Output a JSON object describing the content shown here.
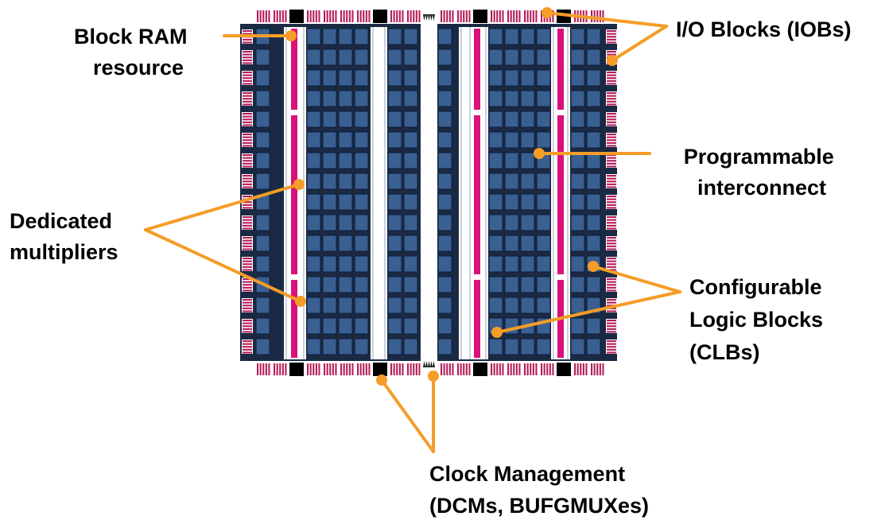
{
  "labels": {
    "block_ram": [
      "Block RAM",
      "resource"
    ],
    "iob": [
      "I/O Blocks (IOBs)"
    ],
    "interconnect": [
      "Programmable",
      "interconnect"
    ],
    "multipliers": [
      "Dedicated",
      "multipliers"
    ],
    "clb": [
      "Configurable",
      "Logic Blocks",
      "(CLBs)"
    ],
    "clock": [
      "Clock Management",
      "(DCMs, BUFGMUXes)"
    ]
  },
  "colors": {
    "clb_fill": "#3a5f91",
    "clb_stroke": "#0e1e3a",
    "chip_background": "#1b2a44",
    "routing_channel": "#ffffff",
    "bram_column": "#d8127a",
    "iob_pin": "#b51e5a",
    "dcm_block": "#000000",
    "callout": "#f49d27",
    "text": "#000000"
  }
}
